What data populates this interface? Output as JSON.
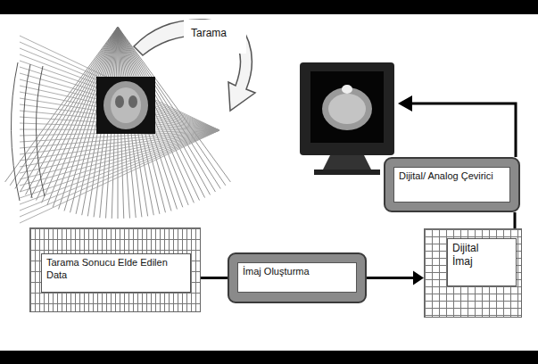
{
  "diagram": {
    "nodes": [
      {
        "text": [
          "Tarama"
        ]
      },
      {
        "text": [
          "Dijital/ Analog Çevirici"
        ]
      },
      {
        "text": [
          "Tarama Sonucu Elde Edilen Data"
        ]
      },
      {
        "text": [
          "İmaj Oluşturma"
        ]
      },
      {
        "text": [
          "Dijital İmaj"
        ]
      }
    ],
    "edges": [
      {
        "from": 2,
        "to": 3,
        "arrow": "none"
      },
      {
        "from": 3,
        "to": 4,
        "arrow": "to"
      },
      {
        "from": 4,
        "to": 1,
        "arrow": "none"
      }
    ]
  }
}
